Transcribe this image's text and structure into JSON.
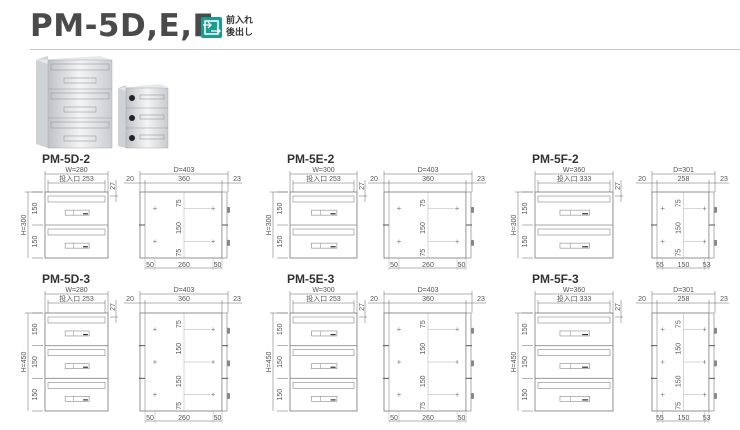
{
  "header": {
    "title": "PM-5D,E,F",
    "badge_line1": "前入れ",
    "badge_line2": "後出し",
    "badge_icon": "front-insert-rear-retrieve-icon",
    "accent": "#1a9c93"
  },
  "models": [
    {
      "title": "PM-5D-2",
      "w": "W=280",
      "slot": "投入口 253",
      "h": "H=300",
      "units": [
        "150",
        "150"
      ],
      "gap": "27",
      "d": "D=403",
      "d_parts": [
        "20",
        "360",
        "23"
      ],
      "side_v": [
        "75",
        "150",
        "75"
      ],
      "bottom": [
        "50",
        "260",
        "50"
      ]
    },
    {
      "title": "PM-5E-2",
      "w": "W=300",
      "slot": "投入口 253",
      "h": "H=300",
      "units": [
        "150",
        "150"
      ],
      "gap": "27",
      "d": "D=403",
      "d_parts": [
        "20",
        "360",
        "23"
      ],
      "side_v": [
        "75",
        "150",
        "75"
      ],
      "bottom": [
        "50",
        "260",
        "50"
      ]
    },
    {
      "title": "PM-5F-2",
      "w": "W=360",
      "slot": "投入口 333",
      "h": "H=300",
      "units": [
        "150",
        "150"
      ],
      "gap": "27",
      "d": "D=301",
      "d_parts": [
        "20",
        "258",
        "23"
      ],
      "side_v": [
        "75",
        "150",
        "75"
      ],
      "bottom": [
        "55",
        "150",
        "53"
      ]
    },
    {
      "title": "PM-5D-3",
      "w": "W=280",
      "slot": "投入口 253",
      "h": "H=450",
      "units": [
        "150",
        "150",
        "150"
      ],
      "gap": "27",
      "d": "D=403",
      "d_parts": [
        "20",
        "360",
        "23"
      ],
      "side_v": [
        "75",
        "150",
        "150",
        "75"
      ],
      "bottom": [
        "50",
        "260",
        "50"
      ]
    },
    {
      "title": "PM-5E-3",
      "w": "W=300",
      "slot": "投入口 253",
      "h": "H=450",
      "units": [
        "150",
        "150",
        "150"
      ],
      "gap": "27",
      "d": "D=403",
      "d_parts": [
        "20",
        "360",
        "23"
      ],
      "side_v": [
        "75",
        "150",
        "150",
        "75"
      ],
      "bottom": [
        "50",
        "260",
        "50"
      ]
    },
    {
      "title": "PM-5F-3",
      "w": "W=360",
      "slot": "投入口 333",
      "h": "H=450",
      "units": [
        "150",
        "150",
        "150"
      ],
      "gap": "27",
      "d": "D=301",
      "d_parts": [
        "20",
        "258",
        "23"
      ],
      "side_v": [
        "75",
        "150",
        "150",
        "75"
      ],
      "bottom": [
        "55",
        "150",
        "53"
      ]
    }
  ]
}
